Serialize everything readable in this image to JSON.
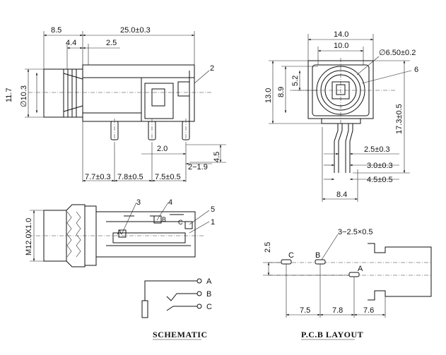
{
  "side_view": {
    "dims": {
      "top_8_5": "8.5",
      "top_25": "25.0±0.3",
      "top_4_4": "4.4",
      "top_2_5": "2.5",
      "left_11_7": "11.7",
      "left_d10_3": "∅10.3",
      "bot_2_0": "2.0",
      "bot_2_1_9": "2−1.9",
      "right_4_5": "4.5",
      "bot_7_7": "7.7±0.3",
      "bot_7_8": "7.8±0.5",
      "bot_7_5": "7.5±0.5"
    },
    "callout_2": "2"
  },
  "front_view": {
    "dims": {
      "top_14": "14.0",
      "top_10": "10.0",
      "d6_5": "∅6.50±0.2",
      "left_13": "13.0",
      "left_8_9": "8.9",
      "left_5_2": "5.2",
      "right_17_3": "17.3±0.5",
      "r_2_5": "2.5±0.3",
      "r_3_0": "3.0±0.3",
      "r_4_5": "4.5±0.5",
      "bot_8_4": "8.4"
    },
    "callout_6": "6"
  },
  "section_view": {
    "thread": "M12.0X1.0",
    "callouts": [
      "3",
      "4",
      "5",
      "1"
    ],
    "letters": [
      "A",
      "B",
      "C"
    ]
  },
  "schematic": {
    "title": "SCHEMATIC",
    "terminals": [
      "A",
      "B",
      "C"
    ]
  },
  "pcb_layout": {
    "title": "P.C.B  LAYOUT",
    "hole_note": "3−2.5×0.5",
    "dim_2_5": "2.5",
    "pads": [
      "C",
      "B",
      "A"
    ],
    "bot_7_5": "7.5",
    "bot_7_8": "7.8",
    "bot_7_6": "7.6"
  }
}
